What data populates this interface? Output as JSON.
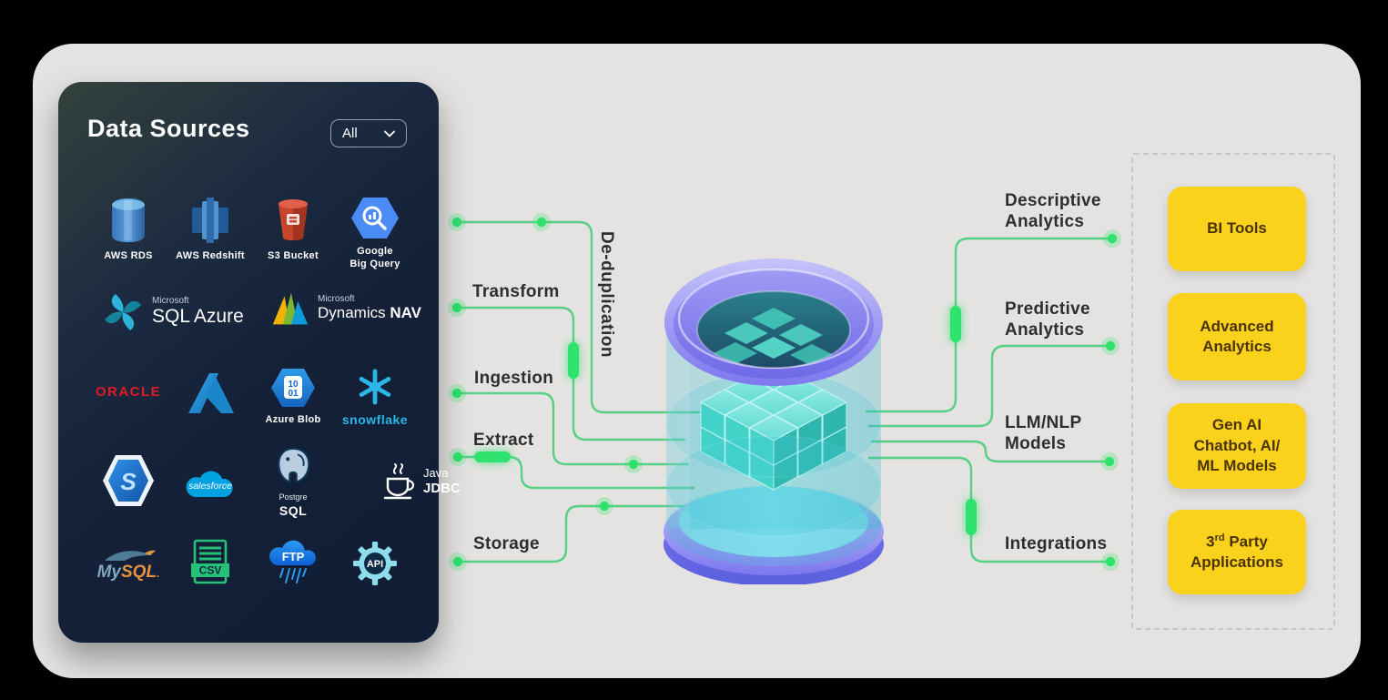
{
  "colors": {
    "accent_green": "#4fcf7e",
    "glow_green": "#2ee26d",
    "panel_navy": "#14223c",
    "highlight_yellow": "#fbd21b",
    "card_gray": "#e4e3e1"
  },
  "data_sources_panel": {
    "title": "Data Sources",
    "filter_value": "All",
    "row1": [
      {
        "label": "AWS RDS"
      },
      {
        "label": "AWS Redshift"
      },
      {
        "label": "S3 Bucket"
      },
      {
        "label": "Google\nBig Query"
      }
    ],
    "sql_azure": {
      "brand": "Microsoft",
      "product": "SQL Azure"
    },
    "dynamics_nav": {
      "brand": "Microsoft",
      "product": "Dynamics ",
      "suffix": "NAV"
    },
    "oracle_wordmark": "ORACLE",
    "azure_blob_label": "Azure Blob",
    "azure_blob_digits": {
      "line1": "10",
      "line2": "01"
    },
    "snowflake_wordmark": "snowflake",
    "hex_s_glyph": "S",
    "salesforce_wordmark": "salesforce",
    "postgresql": {
      "top": "Postgre",
      "bottom": "SQL"
    },
    "java_jdbc": {
      "line1": "Java",
      "line2": "JDBC"
    },
    "mysql_wordmark": {
      "my": "My",
      "sql": "SQL",
      "dot": "."
    },
    "csv_badge": "CSV",
    "ftp_badge": "FTP",
    "api_badge": "API"
  },
  "pipeline_labels": {
    "dedup": "De-duplication",
    "transform": "Transform",
    "ingestion": "Ingestion",
    "extract": "Extract",
    "storage": "Storage"
  },
  "output_labels": {
    "descriptive": "Descriptive\nAnalytics",
    "predictive": "Predictive\nAnalytics",
    "llm": "LLM/NLP\nModels",
    "integrations": "Integrations"
  },
  "destinations": {
    "bi_tools": "BI Tools",
    "advanced_analytics": "Advanced\nAnalytics",
    "gen_ai": "Gen AI\nChatbot, AI/\nML Models",
    "third_party": {
      "num": "3",
      "sup": "rd",
      "rest": " Party",
      "line2": "Applications"
    }
  }
}
